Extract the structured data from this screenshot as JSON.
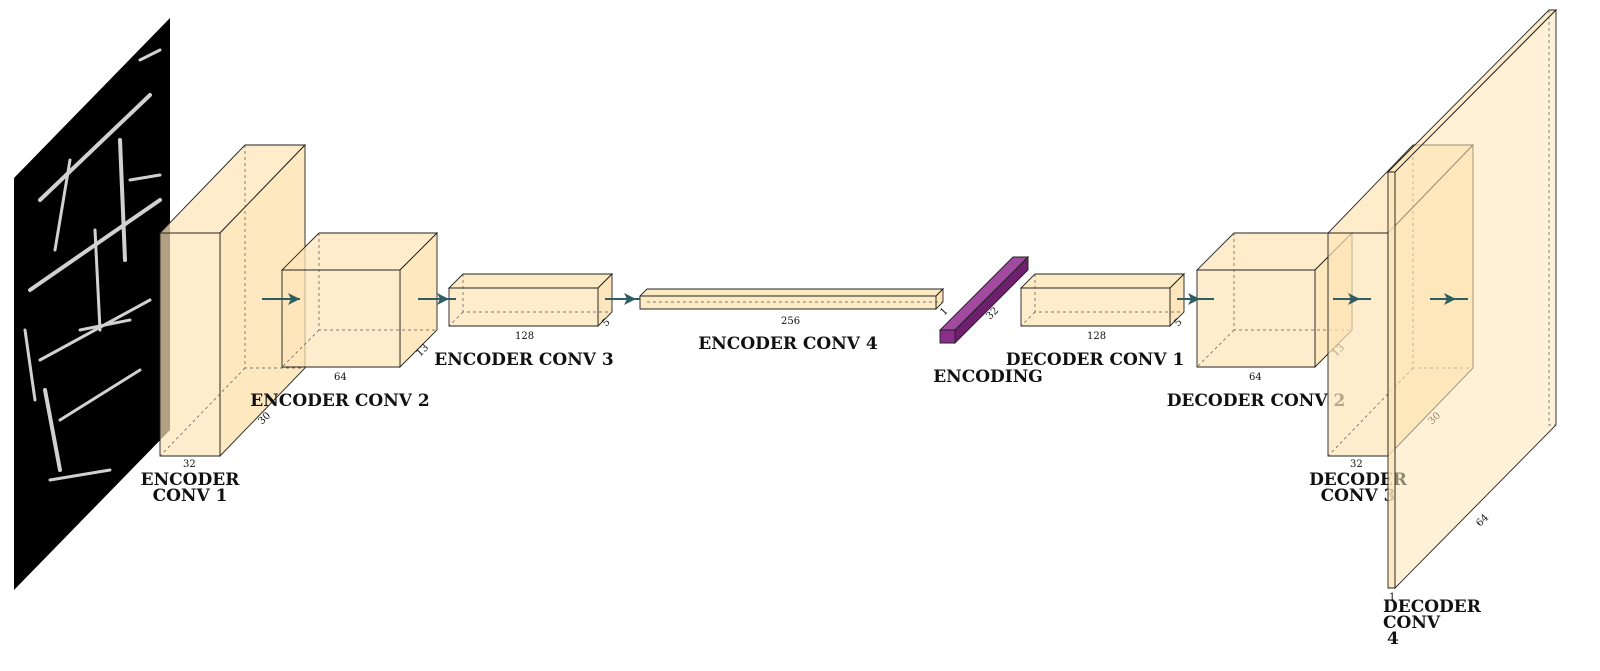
{
  "colors": {
    "layer_fill": "#fde6b8",
    "layer_stroke": "#222222",
    "encoding_fill": "#8b2d8b",
    "arrow": "#2e5e62",
    "input_background": "#000000"
  },
  "input": {
    "icon": "input-image-handwritten-lines"
  },
  "layers": [
    {
      "id": "enc1",
      "label_lines": [
        "ENCODER",
        "CONV 1"
      ],
      "dims": [
        "32",
        "30",
        ""
      ]
    },
    {
      "id": "enc2",
      "label_lines": [
        "ENCODER CONV 2"
      ],
      "dims": [
        "64",
        "13",
        ""
      ]
    },
    {
      "id": "enc3",
      "label_lines": [
        "ENCODER CONV 3"
      ],
      "dims": [
        "128",
        "5",
        ""
      ]
    },
    {
      "id": "enc4",
      "label_lines": [
        "ENCODER CONV 4"
      ],
      "dims": [
        "256",
        "",
        ""
      ]
    },
    {
      "id": "encoding",
      "label_lines": [
        "ENCODING"
      ],
      "dims": [
        "1",
        "32",
        ""
      ]
    },
    {
      "id": "dec1",
      "label_lines": [
        "DECODER CONV 1"
      ],
      "dims": [
        "128",
        "5",
        ""
      ]
    },
    {
      "id": "dec2",
      "label_lines": [
        "DECODER CONV 2"
      ],
      "dims": [
        "64",
        "13",
        ""
      ]
    },
    {
      "id": "dec3",
      "label_lines": [
        "DECODER",
        "CONV 3"
      ],
      "dims": [
        "32",
        "30",
        ""
      ]
    },
    {
      "id": "dec4",
      "label_lines": [
        "DECODER",
        "CONV",
        "4"
      ],
      "dims": [
        "1",
        "64",
        ""
      ]
    }
  ]
}
